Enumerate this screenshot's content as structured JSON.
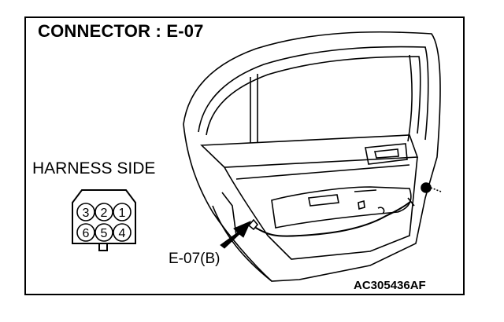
{
  "title": "CONNECTOR : E-07",
  "harness_label": "HARNESS SIDE",
  "connector": {
    "top_row": [
      "3",
      "2",
      "1"
    ],
    "bottom_row": [
      "6",
      "5",
      "4"
    ]
  },
  "callout_label": "E-07(B)",
  "figure_code": "AC305436AF"
}
